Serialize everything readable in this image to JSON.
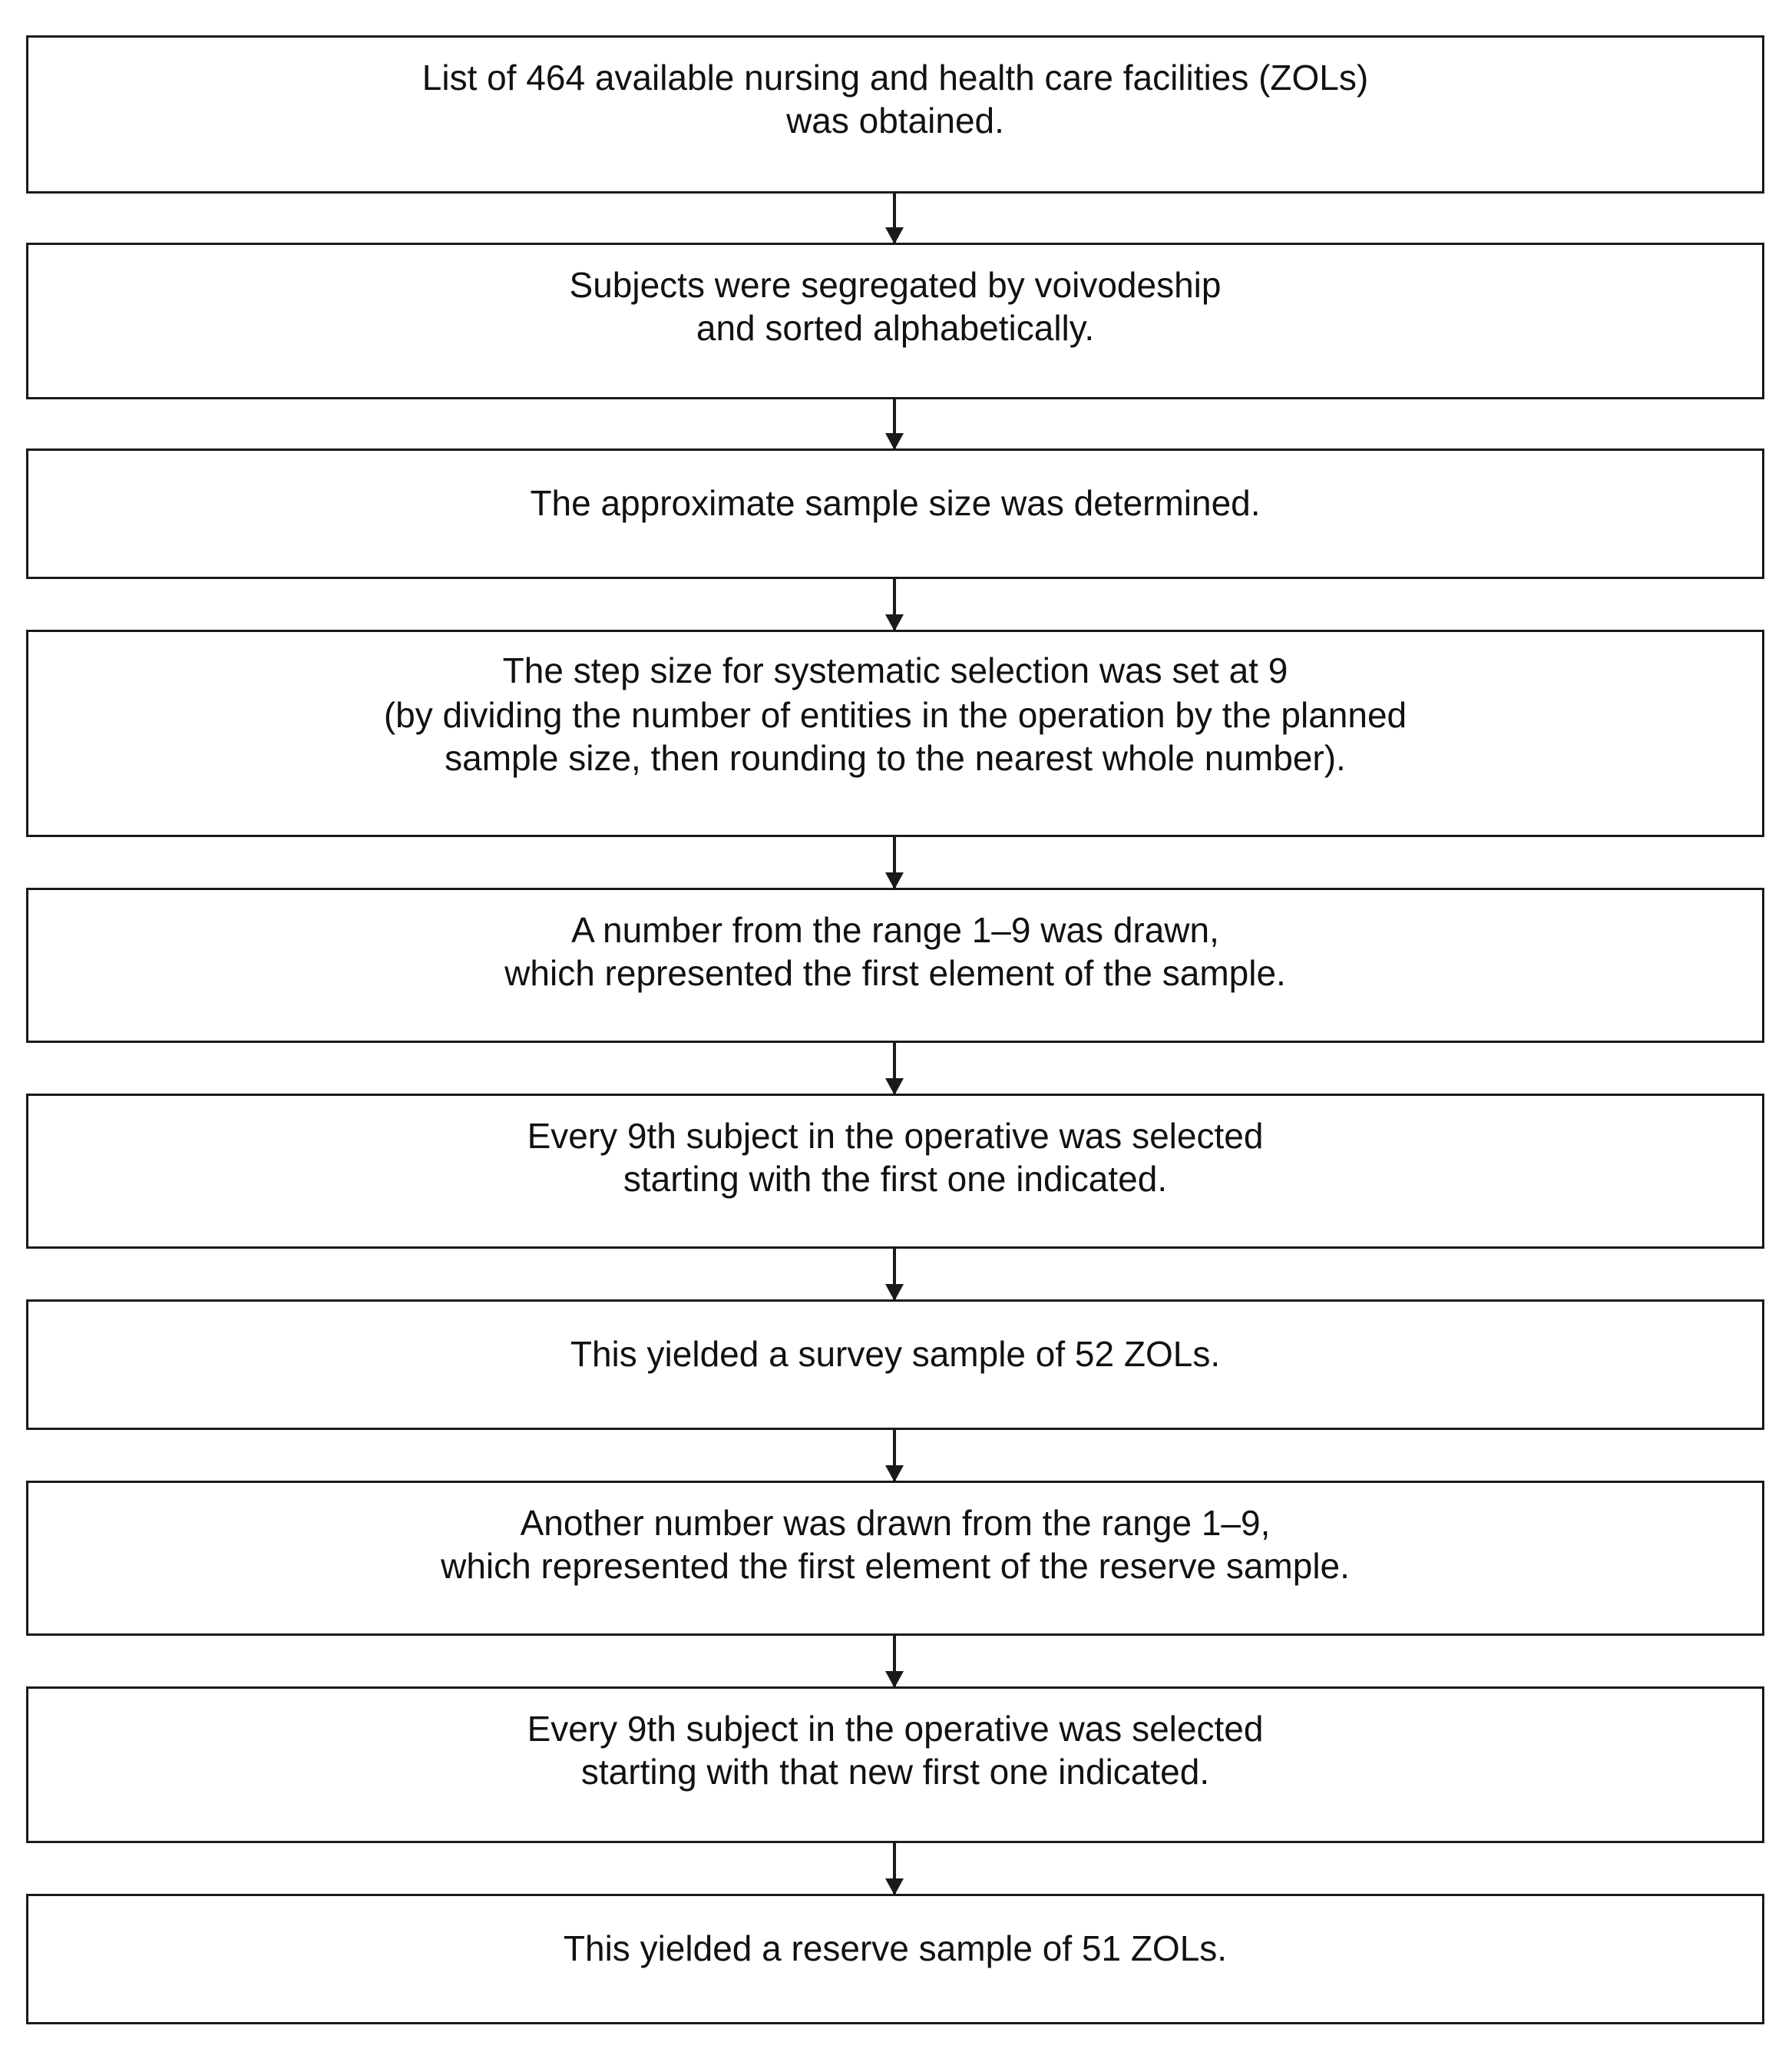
{
  "steps": [
    {
      "lines": [
        "List of 464 available nursing and health care facilities (ZOLs)",
        "was obtained."
      ]
    },
    {
      "lines": [
        "Subjects were segregated by voivodeship",
        "and sorted alphabetically."
      ]
    },
    {
      "lines": [
        "The approximate sample size was determined."
      ]
    },
    {
      "lines": [
        "The step size for systematic selection was set at 9",
        "(by dividing the number of entities in the operation by the planned",
        "sample size, then rounding to the nearest whole number)."
      ]
    },
    {
      "lines": [
        "A number from the range 1–9 was drawn,",
        "which represented the first element of the sample."
      ]
    },
    {
      "lines": [
        "Every 9th subject in the operative was selected",
        "starting with the first one indicated."
      ]
    },
    {
      "lines": [
        "This yielded a survey sample of 52 ZOLs."
      ]
    },
    {
      "lines": [
        "Another number was drawn from the range 1–9,",
        "which represented the first element of the reserve sample."
      ]
    },
    {
      "lines": [
        "Every 9th subject in the operative was selected",
        "starting with that new first one indicated."
      ]
    },
    {
      "lines": [
        "This yielded a reserve sample of 51 ZOLs."
      ]
    }
  ]
}
